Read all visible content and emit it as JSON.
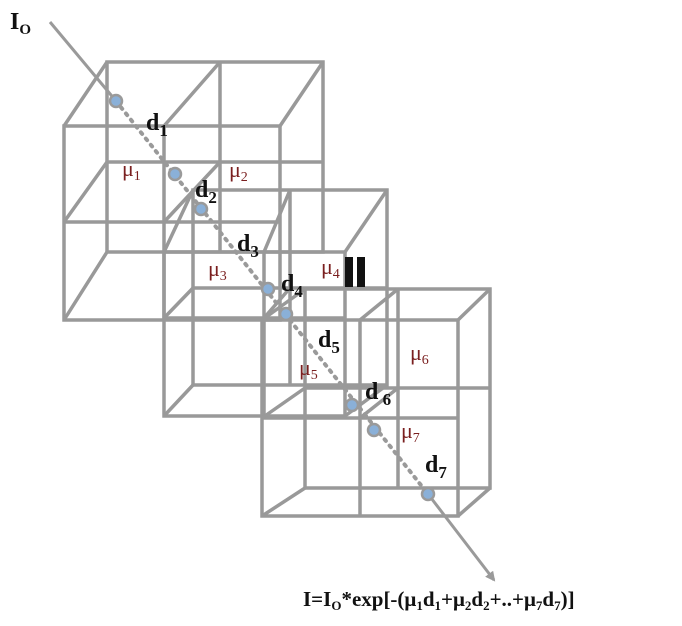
{
  "source_label": {
    "main": "I",
    "sub": "O"
  },
  "path_lengths": [
    {
      "main": "d",
      "sub": "1"
    },
    {
      "main": "d",
      "sub": "2"
    },
    {
      "main": "d",
      "sub": "3"
    },
    {
      "main": "d",
      "sub": "4"
    },
    {
      "main": "d",
      "sub": "5"
    },
    {
      "main": "d",
      "sub": " 6"
    },
    {
      "main": "d",
      "sub": "7"
    }
  ],
  "attenuations": [
    {
      "main": "μ",
      "sub": "1"
    },
    {
      "main": "μ",
      "sub": "2"
    },
    {
      "main": "μ",
      "sub": "3"
    },
    {
      "main": "μ",
      "sub": "4"
    },
    {
      "main": "μ",
      "sub": "5"
    },
    {
      "main": "μ",
      "sub": "6"
    },
    {
      "main": "μ",
      "sub": "7"
    }
  ],
  "formula": {
    "p1": "I=I",
    "p1_sub": "O",
    "p2": "*exp[-(μ",
    "s1": "1",
    "p3": "d",
    "s2": "1",
    "p4": "+μ",
    "s3": "2",
    "p5": "d",
    "s4": "2",
    "p6": "+..+μ",
    "s5": "7",
    "p7": "d",
    "s6": "7",
    "p8": ")]"
  },
  "colors": {
    "grid": "#999999",
    "ray": "#9a9a9a",
    "point_fill": "#8ab0d8",
    "mu_text": "#7a1f1f",
    "text": "#111111"
  }
}
